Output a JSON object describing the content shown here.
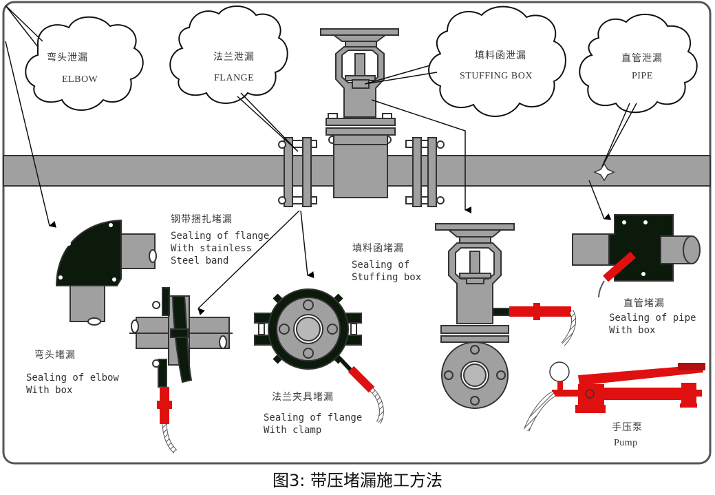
{
  "caption": "图3:  带压堵漏施工方法",
  "colors": {
    "pipe_gray": "#a0a0a0",
    "clamp_black": "#0c1a0c",
    "injector_red": "#e01010",
    "frame_border": "#555555"
  },
  "leak_clouds": [
    {
      "id": "elbow",
      "cn": "弯头泄漏",
      "en": "ELBOW"
    },
    {
      "id": "flange",
      "cn": "法兰泄漏",
      "en": "FLANGE"
    },
    {
      "id": "stuffing_box",
      "cn": "填料函泄漏",
      "en": "STUFFING BOX"
    },
    {
      "id": "pipe",
      "cn": "直管泄漏",
      "en": "PIPE"
    }
  ],
  "methods": [
    {
      "id": "steel_band",
      "cn": "钢带捆扎堵漏",
      "en": "Sealing of flange\nWith stainless\nSteel band"
    },
    {
      "id": "stuffing_box",
      "cn": "填料函堵漏",
      "en": "Sealing of\nStuffing box"
    },
    {
      "id": "elbow_box",
      "cn": "弯头堵漏",
      "en": "Sealing of elbow\nWith box"
    },
    {
      "id": "flange_clamp",
      "cn": "法兰夹具堵漏",
      "en": "Sealing of flange\nWith clamp"
    },
    {
      "id": "pipe_box",
      "cn": "直管堵漏",
      "en": "Sealing of pipe\nWith box"
    },
    {
      "id": "pump",
      "cn": "手压泵",
      "en": "Pump"
    }
  ]
}
